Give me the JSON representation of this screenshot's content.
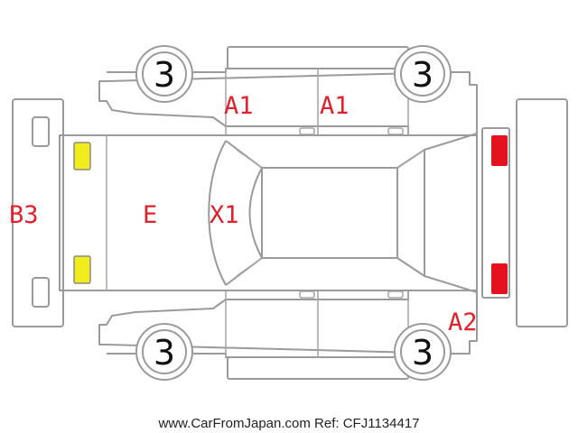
{
  "tires": {
    "front_left": "3",
    "front_right": "3",
    "rear_left": "3",
    "rear_right": "3"
  },
  "damage_codes": {
    "door_front_left": "A1",
    "door_front_right": "A1",
    "rear_panel": "B3",
    "hood": "E",
    "windshield": "X1",
    "rear_corner_right": "A2"
  },
  "lights": {
    "front_color": "#f1ec1c",
    "rear_color": "#e3121e"
  },
  "footer": {
    "text": "www.CarFromJapan.com Ref: CFJ1134417"
  }
}
